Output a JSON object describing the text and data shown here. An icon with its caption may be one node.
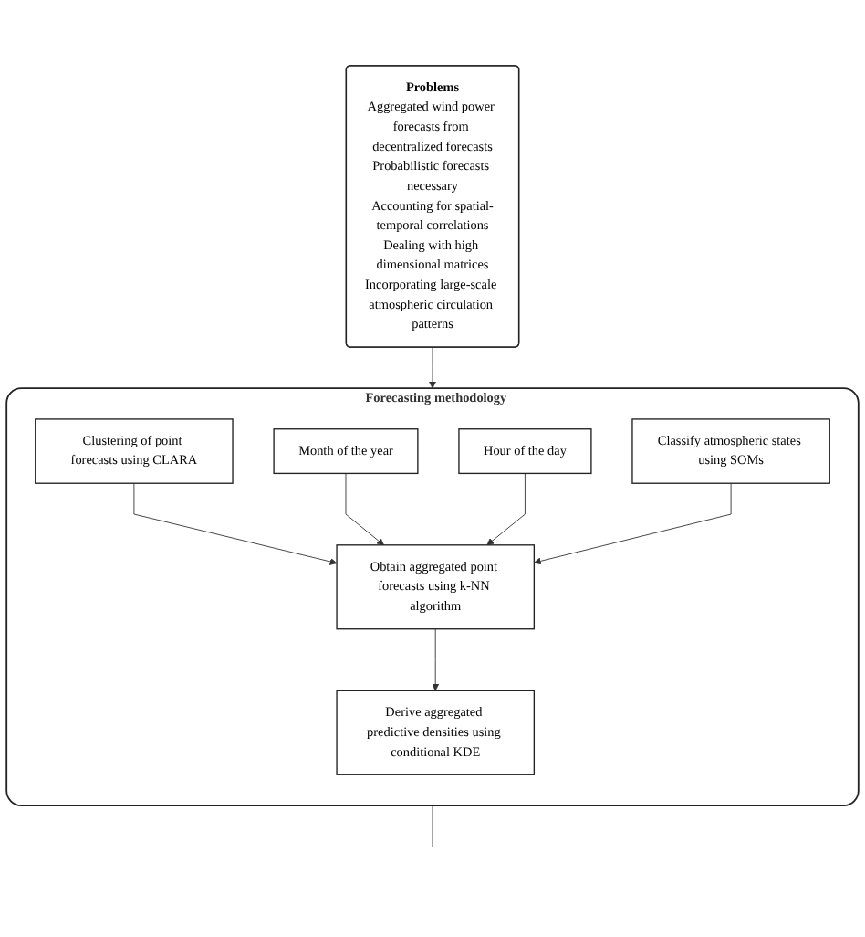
{
  "diagram": {
    "nodes": [
      {
        "text": [
          "Problems",
          "Aggregated wind power forecasts from decentralized forecasts",
          "Probabilistic forecasts necessary",
          "Accounting for spatial-temporal correlations",
          "Dealing with high dimensional matrices",
          "Incorporating large-scale atmospheric circulation patterns"
        ]
      },
      {
        "text": [
          "Forecasting methodology"
        ]
      },
      {
        "text": [
          "Clustering of point forecasts using CLARA"
        ],
        "in": 1
      },
      {
        "text": [
          "Month of the year"
        ],
        "in": 1
      },
      {
        "text": [
          "Hour of the day"
        ],
        "in": 1
      },
      {
        "text": [
          "Classify atmospheric states using SOMs"
        ],
        "in": 1
      },
      {
        "text": [
          "Obtain aggregated point forecasts using k-NN algorithm"
        ],
        "in": 1
      },
      {
        "text": [
          "Derive aggregated predictive densities using conditional KDE"
        ],
        "in": 1
      }
    ],
    "edges": [
      {
        "from": 0,
        "to": 1,
        "arrow": "to"
      },
      {
        "from": 2,
        "to": 6,
        "arrow": "to"
      },
      {
        "from": 3,
        "to": 6,
        "arrow": "to"
      },
      {
        "from": 4,
        "to": 6,
        "arrow": "to"
      },
      {
        "from": 5,
        "to": 6,
        "arrow": "to"
      },
      {
        "from": 6,
        "to": 7,
        "arrow": "to"
      },
      {
        "from": 1,
        "to": null,
        "arrow": "none"
      }
    ]
  }
}
